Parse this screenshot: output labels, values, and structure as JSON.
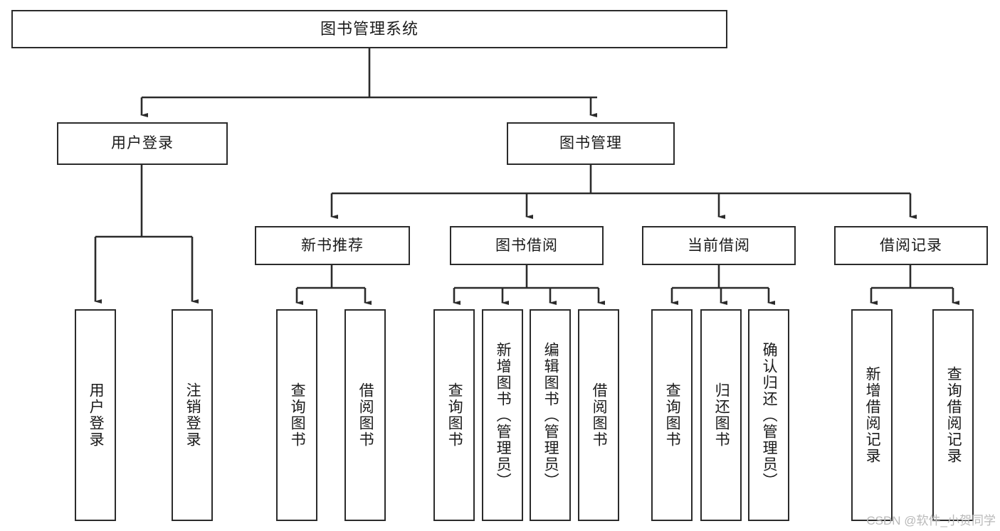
{
  "diagram": {
    "title": "图书管理系统",
    "type": "tree-hierarchy-chart",
    "colors": {
      "box_border": "#2b2b2b",
      "box_fill": "#ffffff",
      "connector": "#2b2b2b",
      "watermark": "#b9b9b9",
      "background": "#ffffff"
    },
    "root": {
      "label": "图书管理系统"
    },
    "level2": [
      {
        "label": "用户登录"
      },
      {
        "label": "图书管理"
      }
    ],
    "level3": [
      {
        "label": "新书推荐"
      },
      {
        "label": "图书借阅"
      },
      {
        "label": "当前借阅"
      },
      {
        "label": "借阅记录"
      }
    ],
    "leaves": {
      "user_login": [
        {
          "label": "用户登录"
        },
        {
          "label": "注销登录"
        }
      ],
      "new_book_recommend": [
        {
          "label": "查询图书"
        },
        {
          "label": "借阅图书"
        }
      ],
      "book_borrow": [
        {
          "label": "查询图书"
        },
        {
          "label": "新增图书（管理员）"
        },
        {
          "label": "编辑图书（管理员）"
        },
        {
          "label": "借阅图书"
        }
      ],
      "current_borrow": [
        {
          "label": "查询图书"
        },
        {
          "label": "归还图书"
        },
        {
          "label": "确认归还（管理员）"
        }
      ],
      "borrow_record": [
        {
          "label": "新增借阅记录"
        },
        {
          "label": "查询借阅记录"
        }
      ]
    },
    "watermark": "CSDN @软件_小贺同学"
  }
}
